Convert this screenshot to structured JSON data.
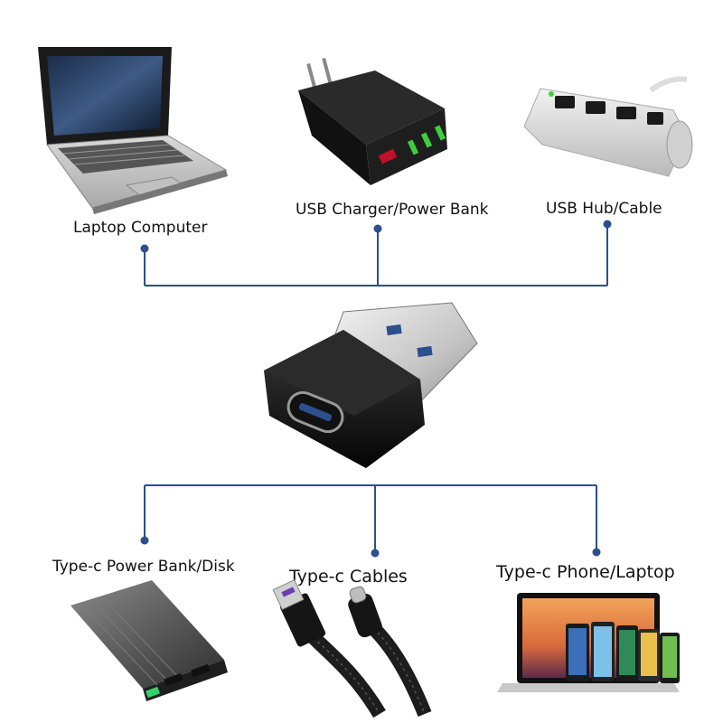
{
  "colors": {
    "connector_line": "#2c4f8e",
    "dot": "#2c4f8e",
    "text": "#111111"
  },
  "top_devices": [
    {
      "label": "Laptop Computer",
      "icon": "laptop-icon"
    },
    {
      "label": "USB Charger/Power Bank",
      "icon": "usb-charger-icon"
    },
    {
      "label": "USB Hub/Cable",
      "icon": "usb-hub-icon"
    }
  ],
  "center_adapter": {
    "icon": "usb-a-to-type-c-adapter-icon"
  },
  "bottom_devices": [
    {
      "label": "Type-c Power Bank/Disk",
      "icon": "power-bank-icon"
    },
    {
      "label": "Type-c Cables",
      "icon": "type-c-cable-icon"
    },
    {
      "label": "Type-c Phone/Laptop",
      "icon": "phones-laptop-icon"
    }
  ]
}
